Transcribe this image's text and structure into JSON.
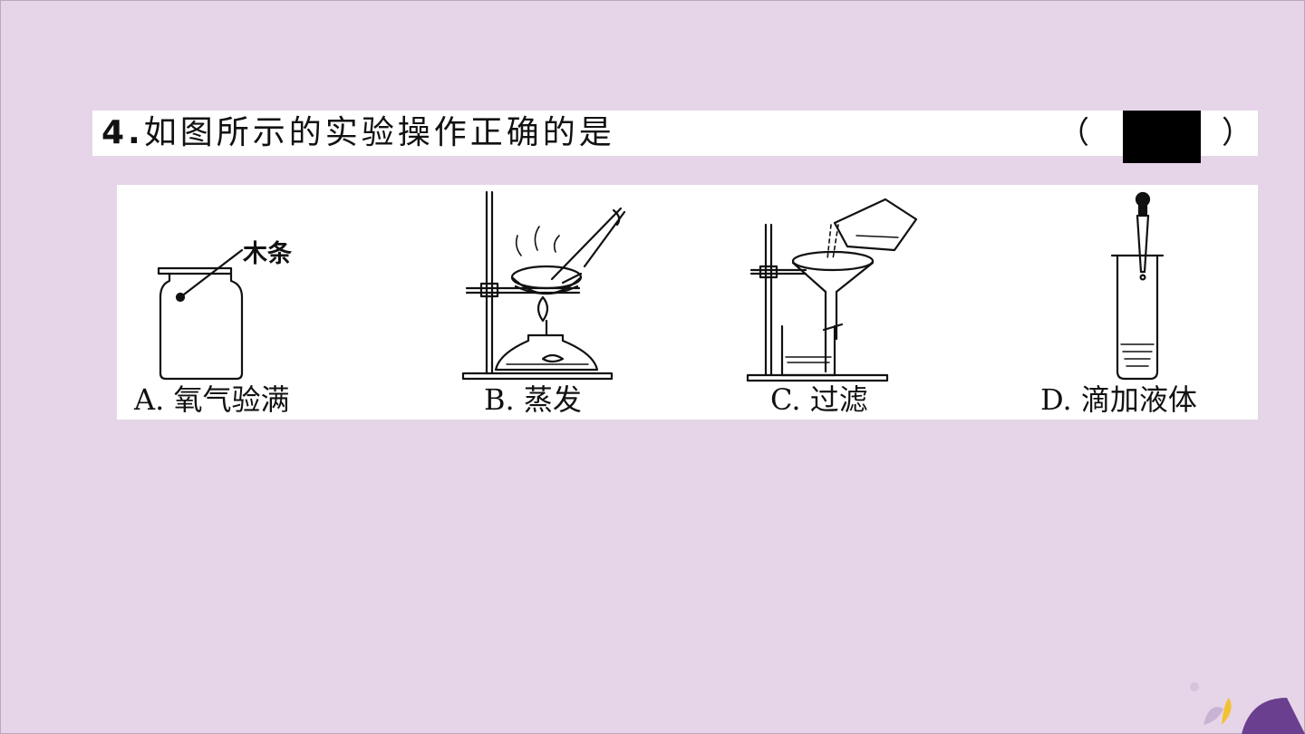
{
  "question": {
    "number": "4.",
    "text": "如图所示的实验操作正确的是",
    "paren_open": "（",
    "paren_close": "）"
  },
  "figure": {
    "annotation": "木条",
    "options": [
      {
        "label": "A. 氧气验满"
      },
      {
        "label": "B. 蒸发"
      },
      {
        "label": "C. 过滤"
      },
      {
        "label": "D. 滴加液体"
      }
    ]
  },
  "colors": {
    "background": "#e6d5e8",
    "accent_purple": "#6a3f8f",
    "accent_yellow": "#f2c12e"
  }
}
